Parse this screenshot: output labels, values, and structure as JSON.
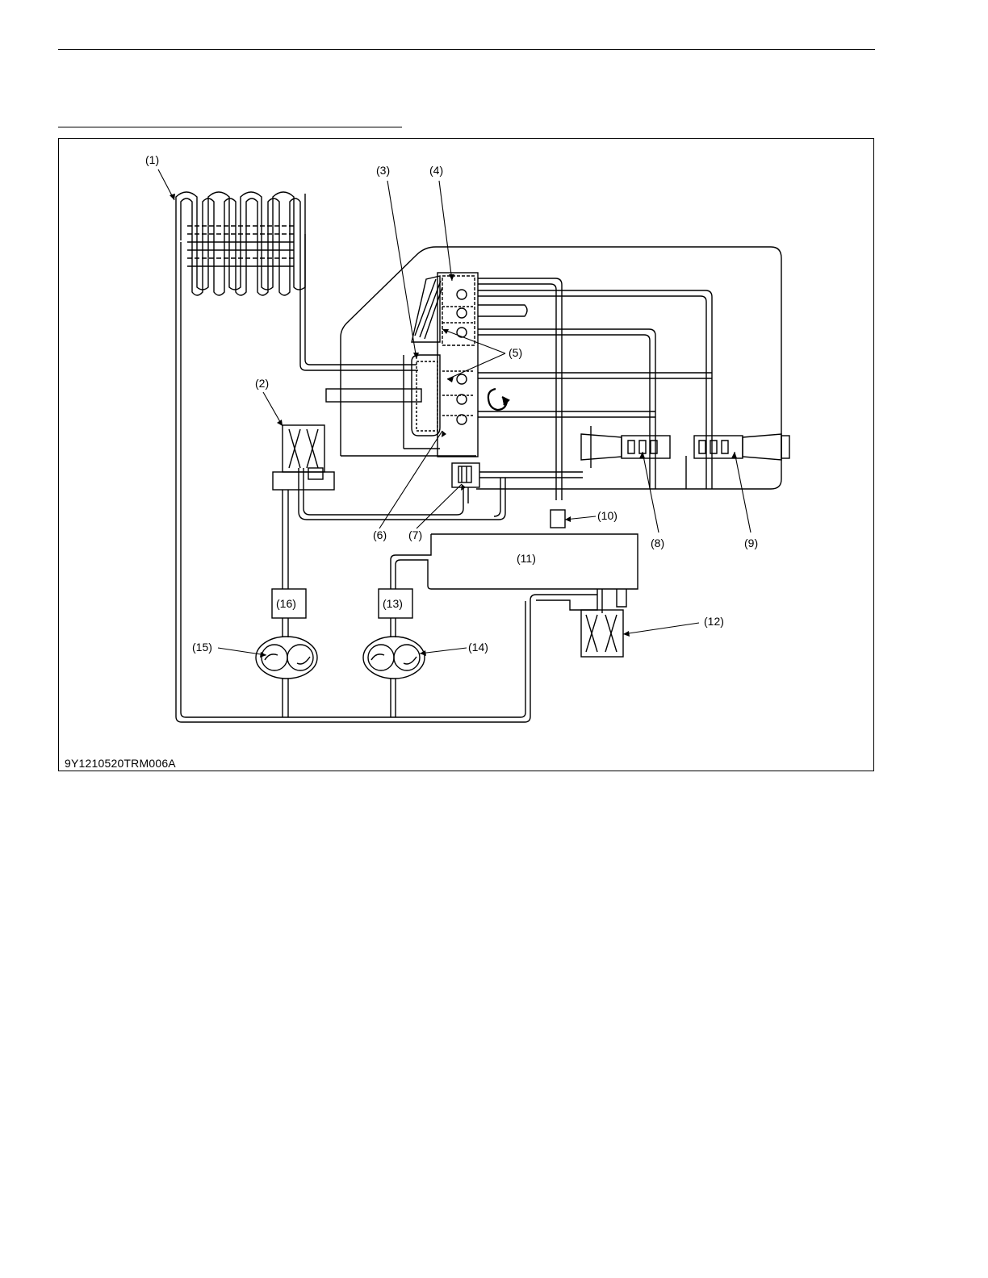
{
  "figure_code": "9Y1210520TRM006A",
  "callouts": {
    "c1": "(1)",
    "c2": "(2)",
    "c3": "(3)",
    "c4": "(4)",
    "c5": "(5)",
    "c6": "(6)",
    "c7": "(7)",
    "c8": "(8)",
    "c9": "(9)",
    "c10": "(10)",
    "c11": "(11)",
    "c12": "(12)",
    "c13": "(13)",
    "c14": "(14)",
    "c15": "(15)",
    "c16": "(16)"
  }
}
